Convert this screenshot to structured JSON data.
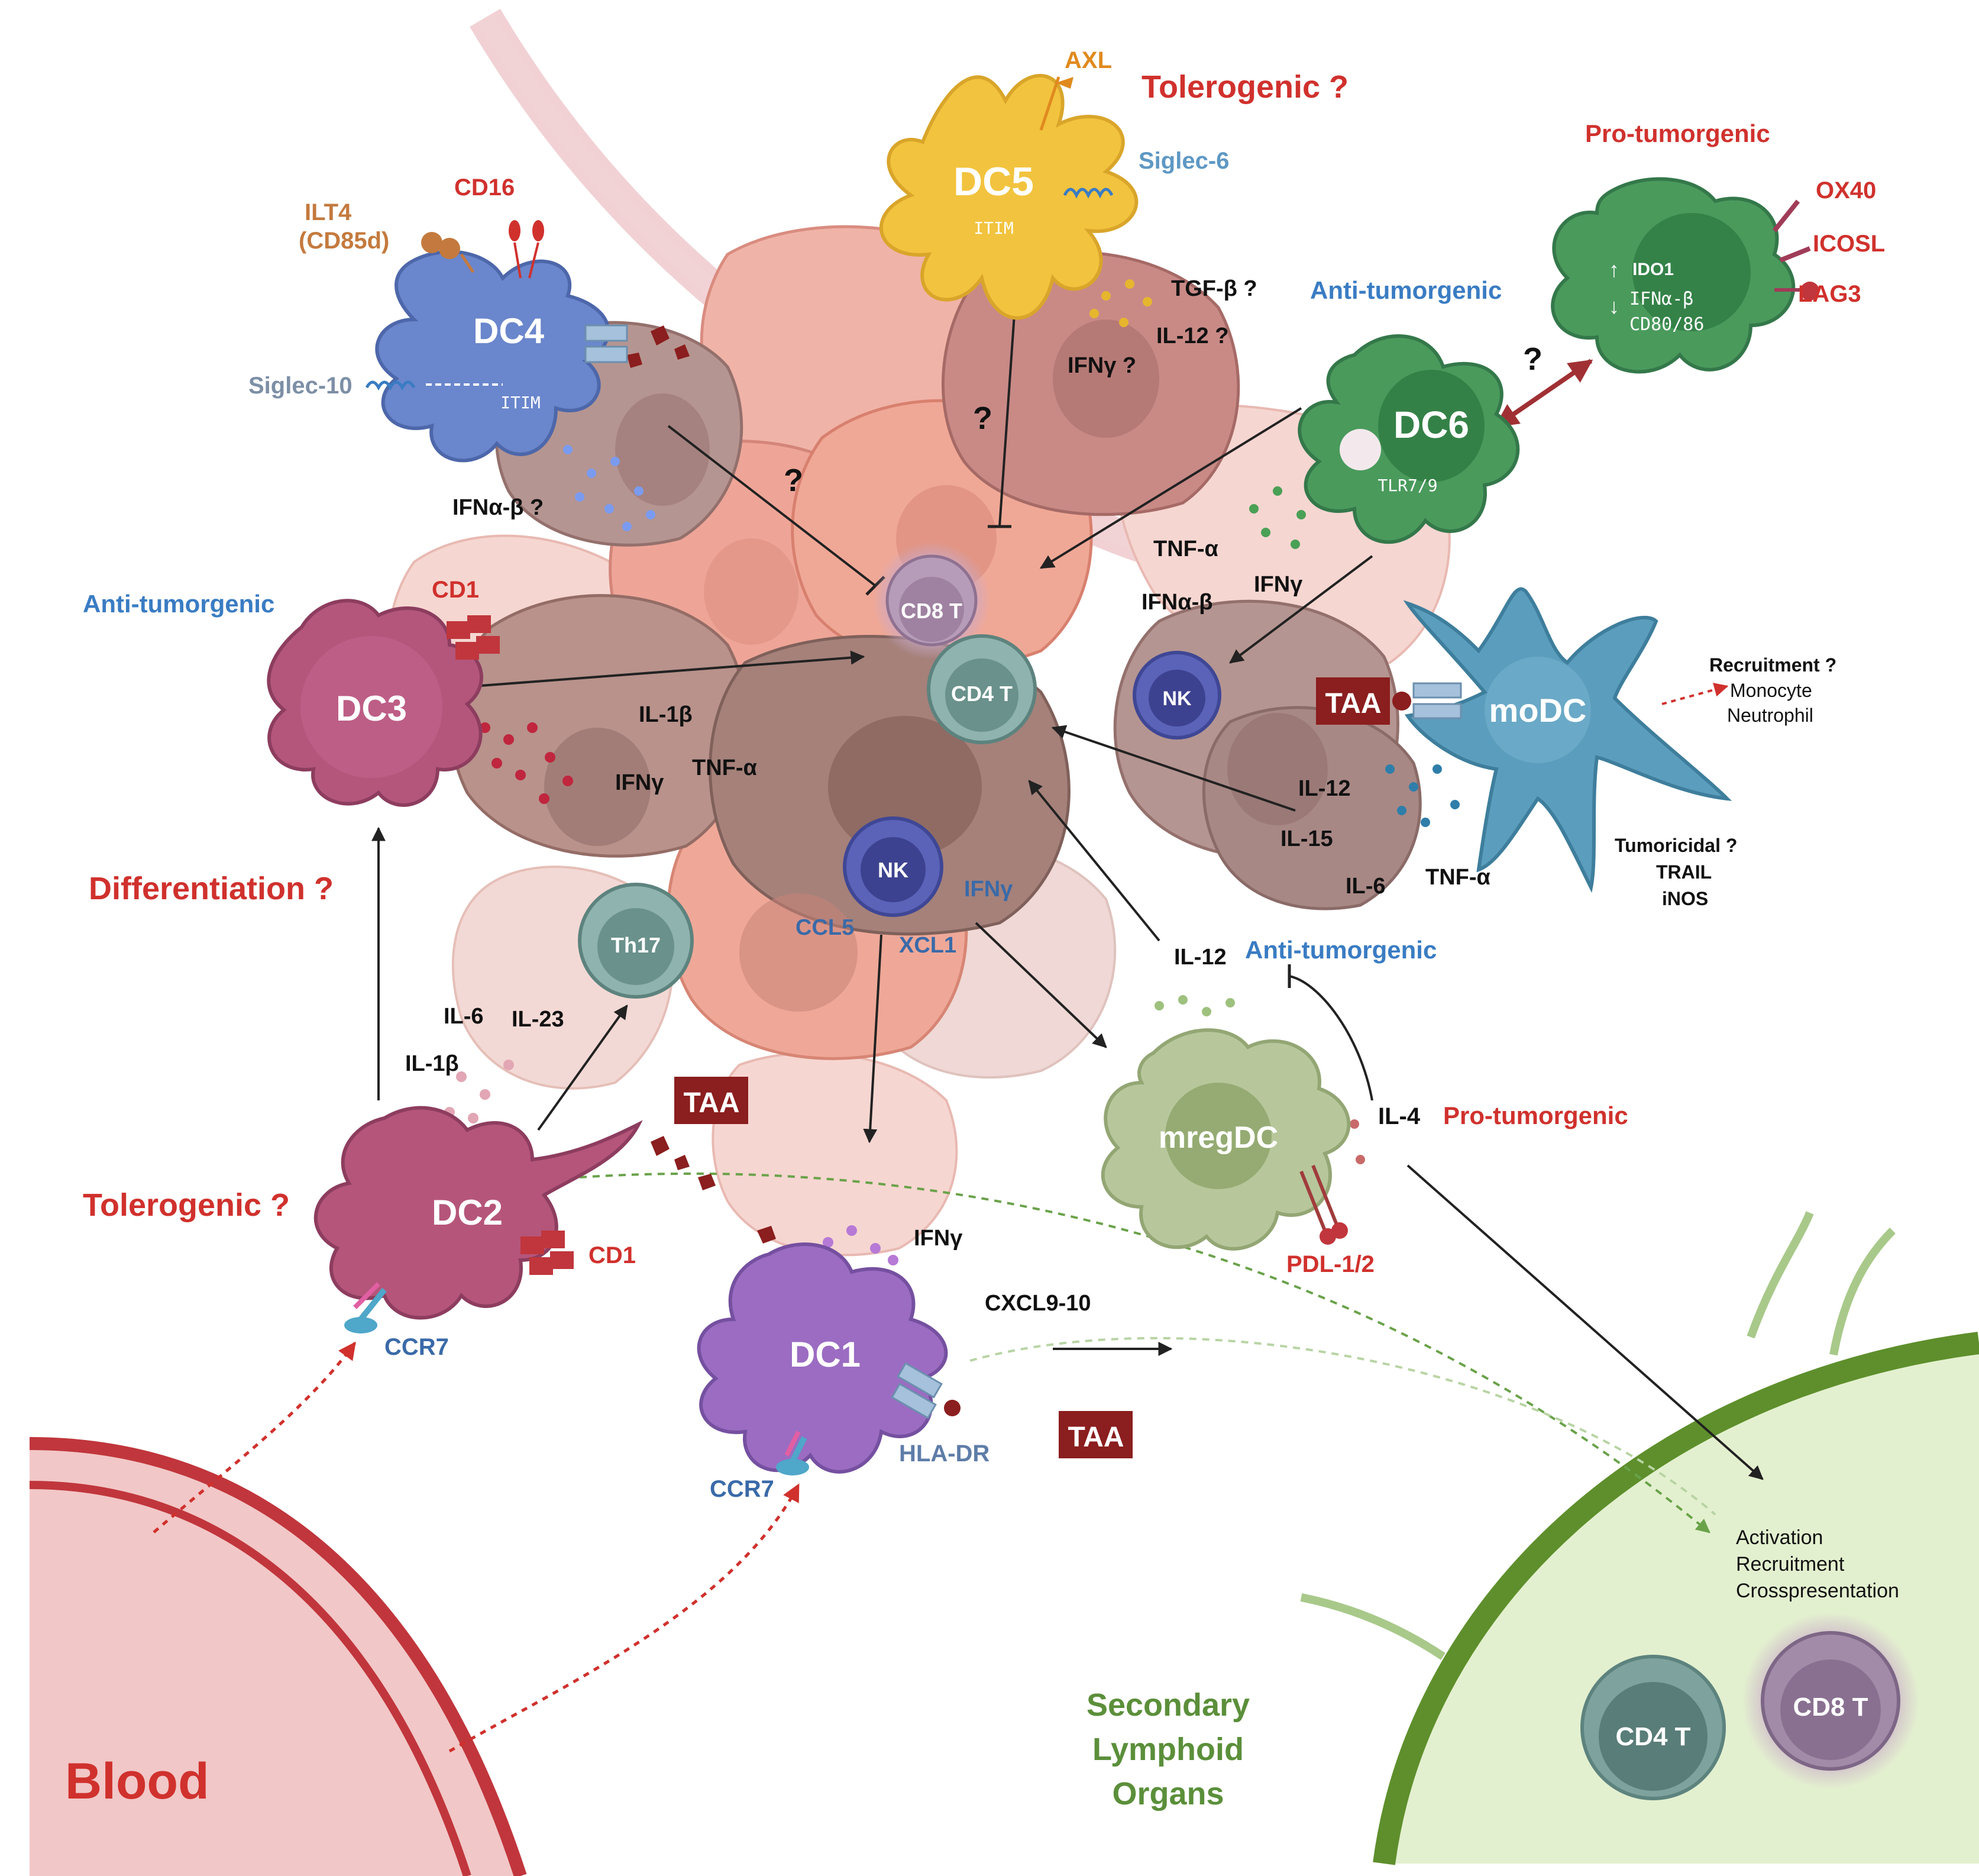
{
  "cells": {
    "dc1": "DC1",
    "dc2": "DC2",
    "dc3": "DC3",
    "dc4": "DC4",
    "dc5": "DC5",
    "dc6": "DC6",
    "modc": "moDC",
    "mregdc": "mregDC",
    "cd8t": "CD8 T",
    "cd4t": "CD4 T",
    "nk": "NK",
    "th17": "Th17",
    "ln_cd4t": "CD4 T",
    "ln_cd8t": "CD8 T"
  },
  "markers": {
    "axl": "AXL",
    "siglec6": "Siglec-6",
    "itim": "ITIM",
    "ilt4_line1": "ILT4",
    "ilt4_line2": "(CD85d)",
    "cd16": "CD16",
    "siglec10": "Siglec-10",
    "cd1": "CD1",
    "ccr7": "CCR7",
    "hla_dr": "HLA-DR",
    "tlr79": "TLR7/9",
    "pdl12": "PDL-1/2",
    "ox40": "OX40",
    "icosl": "ICOSL",
    "lag3": "LAG3",
    "ido1": "IDO1",
    "ifnab_mono": "IFNα-β",
    "cd8086": "CD80/86"
  },
  "cytokines": {
    "tgfb": "TGF-β ?",
    "il12q": "IL-12 ?",
    "ifngq": "IFNγ ?",
    "ifnabq": "IFNα-β  ?",
    "tnfa": "TNF-α",
    "ifnab": "IFNα-β",
    "ifng": "IFNγ",
    "il1b": "IL-1β",
    "il12": "IL-12",
    "il15": "IL-15",
    "il6": "IL-6",
    "il23": "IL-23",
    "ccl5": "CCL5",
    "xcl1": "XCL1",
    "cxcl910": "CXCL9-10",
    "il4": "IL-4"
  },
  "labels": {
    "tolerogenic_top": "Tolerogenic ?",
    "pro_tumorigenic_top": "Pro-tumorgenic",
    "anti_tumorigenic_dc6": "Anti-tumorgenic",
    "anti_tumorigenic_dc3": "Anti-tumorgenic",
    "anti_tumorigenic_mreg": "Anti-tumorgenic",
    "pro_tumorigenic_mreg": "Pro-tumorgenic",
    "differentiation": "Differentiation ?",
    "tolerogenic_dc2": "Tolerogenic ?",
    "taa": "TAA",
    "question": "?",
    "recruitment": "Recruitment ?",
    "monocyte": "Monocyte",
    "neutrophil": "Neutrophil",
    "tumoricidal": "Tumoricidal  ?",
    "trail": "TRAIL",
    "inos": "iNOS",
    "activation": "Activation",
    "recruitment_ln": "Recruitment",
    "crosspresentation": "Crosspresentation",
    "slo_line1": "Secondary",
    "slo_line2": "Lymphoid",
    "slo_line3": "Organs",
    "blood": "Blood"
  },
  "colors": {
    "red_label": "#d0312d",
    "blue_label": "#3a7cc3",
    "orange_label": "#e08a1e",
    "green_label": "#5b8f3a",
    "dc1": "#9b6cc2",
    "dc2": "#b5557a",
    "dc3": "#b4567c",
    "dc4": "#6a86cc",
    "dc5": "#f2c33e",
    "dc6": "#4a9a5c",
    "modc": "#5b9dbd",
    "mregdc": "#b7c79b",
    "taa_box": "#8b1e1e"
  }
}
